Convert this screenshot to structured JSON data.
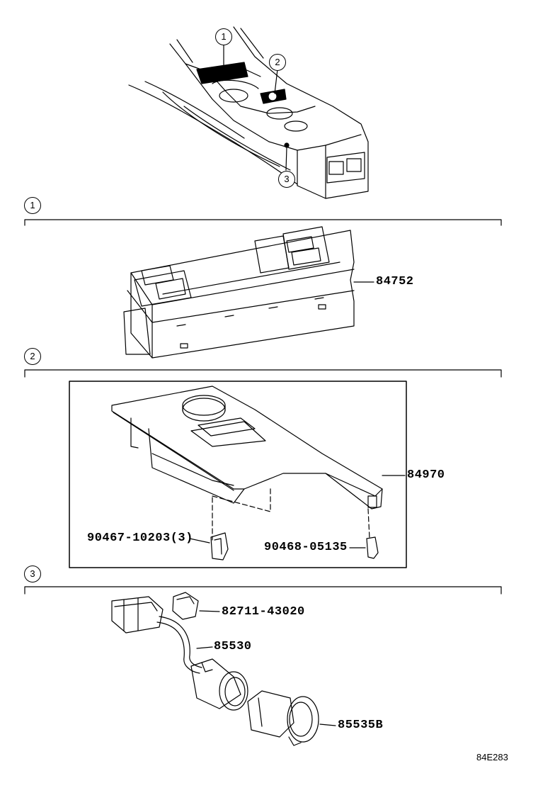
{
  "callouts": [
    "1",
    "2",
    "3"
  ],
  "sections": [
    {
      "marker": "1",
      "parts": [
        "84752"
      ]
    },
    {
      "marker": "2",
      "parts": [
        "84970",
        "90467-10203(3)",
        "90468-05135"
      ]
    },
    {
      "marker": "3",
      "parts": [
        "82711-43020",
        "85530",
        "85535B"
      ]
    }
  ],
  "diagram_code": "84E283"
}
